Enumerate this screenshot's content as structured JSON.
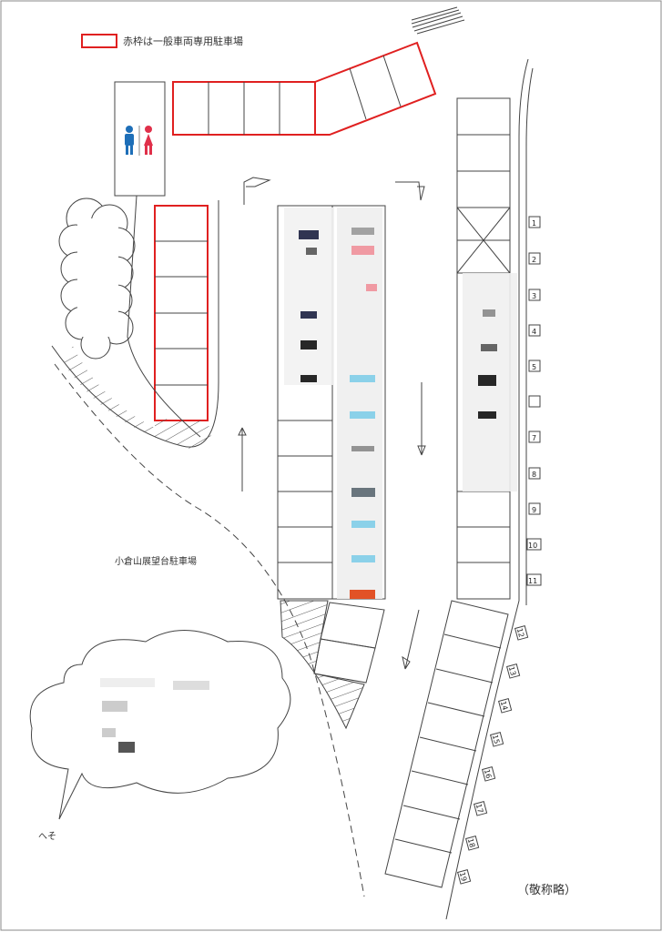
{
  "legend": {
    "label": "赤枠は一般車両専用駐車場",
    "color": "#e02020"
  },
  "map": {
    "lot_name": "小倉山展望台駐車場",
    "callout_label": "へそ",
    "honorific_note": "（敬称略）"
  },
  "colors": {
    "red_frame": "#e02020",
    "male_icon": "#1e6fb8",
    "female_icon": "#e0304a",
    "line": "#444444"
  },
  "right_column_numbers": [
    "1",
    "2",
    "3",
    "4",
    "5",
    "",
    "7",
    "8",
    "9",
    "10",
    "11"
  ],
  "lower_row_numbers": [
    "12",
    "13",
    "14",
    "15",
    "16",
    "17",
    "18",
    "19"
  ],
  "icons": {
    "restroom": "restroom-icon",
    "arrow": "arrow-icon",
    "tree": "tree-icon"
  }
}
